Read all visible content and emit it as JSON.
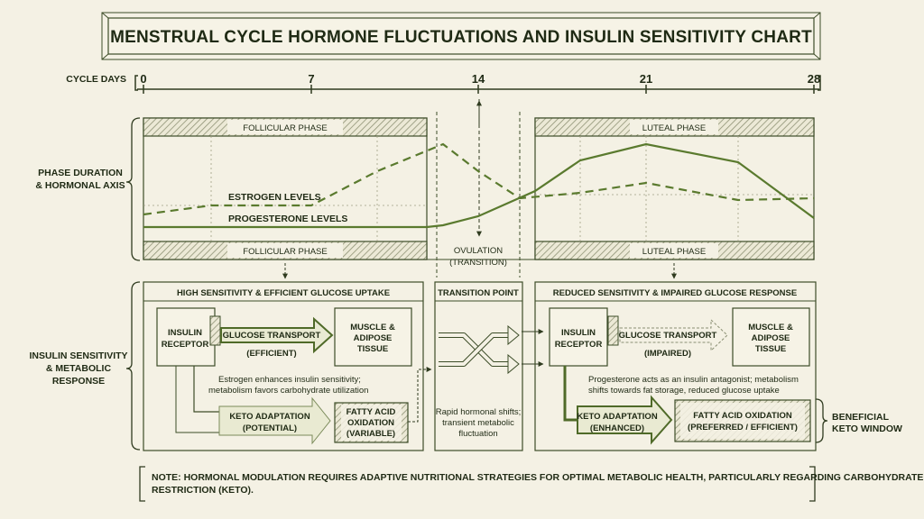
{
  "title": "MENSTRUAL CYCLE HORMONE FLUCTUATIONS AND INSULIN SENSITIVITY CHART",
  "axis": {
    "label": "CYCLE DAYS",
    "ticks": [
      "0",
      "7",
      "14",
      "21",
      "28"
    ]
  },
  "rows": {
    "phase_label_line1": "PHASE DURATION",
    "phase_label_line2": "& HORMONAL AXIS",
    "insulin_label_line1": "INSULIN SENSITIVITY",
    "insulin_label_line2": "& METABOLIC",
    "insulin_label_line3": "RESPONSE"
  },
  "phases": {
    "follicular": "FOLLICULAR PHASE",
    "luteal": "LUTEAL PHASE",
    "ovulation_line1": "OVULATION",
    "ovulation_line2": "(TRANSITION)"
  },
  "curves": {
    "estrogen": "ESTROGEN LEVELS",
    "progesterone": "PROGESTERONE LEVELS"
  },
  "left_panel": {
    "header": "HIGH SENSITIVITY & EFFICIENT GLUCOSE UPTAKE",
    "receptor_line1": "INSULIN",
    "receptor_line2": "RECEPTOR",
    "transport_line1": "GLUCOSE TRANSPORT",
    "transport_line2": "(EFFICIENT)",
    "tissue_line1": "MUSCLE &",
    "tissue_line2": "ADIPOSE",
    "tissue_line3": "TISSUE",
    "desc_line1": "Estrogen enhances insulin sensitivity;",
    "desc_line2": "metabolism favors carbohydrate utilization",
    "keto_line1": "KETO ADAPTATION",
    "keto_line2": "(POTENTIAL)",
    "fat_line1": "FATTY ACID",
    "fat_line2": "OXIDATION",
    "fat_line3": "(VARIABLE)"
  },
  "middle_panel": {
    "header": "TRANSITION POINT",
    "desc_line1": "Rapid hormonal shifts;",
    "desc_line2": "transient metabolic",
    "desc_line3": "fluctuation"
  },
  "right_panel": {
    "header": "REDUCED SENSITIVITY & IMPAIRED GLUCOSE RESPONSE",
    "receptor_line1": "INSULIN",
    "receptor_line2": "RECEPTOR",
    "transport_line1": "GLUCOSE TRANSPORT",
    "transport_line2": "(IMPAIRED)",
    "tissue_line1": "MUSCLE &",
    "tissue_line2": "ADIPOSE",
    "tissue_line3": "TISSUE",
    "desc_line1": "Progesterone acts as an insulin antagonist; metabolism",
    "desc_line2": "shifts towards fat storage, reduced glucose uptake",
    "keto_line1": "KETO ADAPTATION",
    "keto_line2": "(ENHANCED)",
    "fat_line1": "FATTY ACID OXIDATION",
    "fat_line2": "(PREFERRED / EFFICIENT)",
    "window_line1": "BENEFICIAL",
    "window_line2": "KETO WINDOW"
  },
  "note": {
    "line1": "NOTE: HORMONAL MODULATION REQUIRES ADAPTIVE NUTRITIONAL STRATEGIES FOR OPTIMAL METABOLIC HEALTH, PARTICULARLY REGARDING CARBOHYDRATE",
    "line2": "RESTRICTION (KETO)."
  },
  "colors": {
    "background": "#f4f1e4",
    "ink": "#1f2a14",
    "curve": "#5a7a2e",
    "box_line": "#3d4d28",
    "arrow_fill": "#e9ead2"
  }
}
